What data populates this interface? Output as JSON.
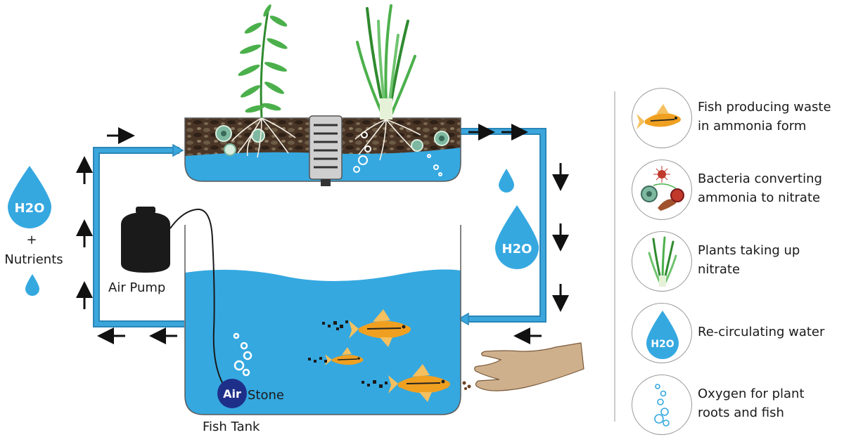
{
  "labels": {
    "h2o_left": "H2O",
    "plus": "+",
    "nutrients": "Nutrients",
    "h2o_right": "H2O",
    "air_pump": "Air Pump",
    "air": "Air",
    "stone": "Stone",
    "fish_tank": "Fish Tank"
  },
  "legend": {
    "items": [
      {
        "text": "Fish producing waste\nin ammonia form",
        "icon": "fish-icon"
      },
      {
        "text": "Bacteria converting\nammonia to nitrate",
        "icon": "bacteria-icon"
      },
      {
        "text": "Plants taking up\nnitrate",
        "icon": "plant-icon"
      },
      {
        "text": "Re-circulating water",
        "icon": "water-drop-icon",
        "icon_label": "H2O"
      },
      {
        "text": "Oxygen for plant\nroots and fish",
        "icon": "bubbles-icon"
      }
    ]
  },
  "colors": {
    "water": "#35a8e0",
    "pipe": "#3aa6dc",
    "soil": "#4a3526",
    "fish": "#f0a020",
    "air_stone": "#1e2f8a",
    "pump": "#1a1a1a",
    "hand": "#cfb08d"
  }
}
